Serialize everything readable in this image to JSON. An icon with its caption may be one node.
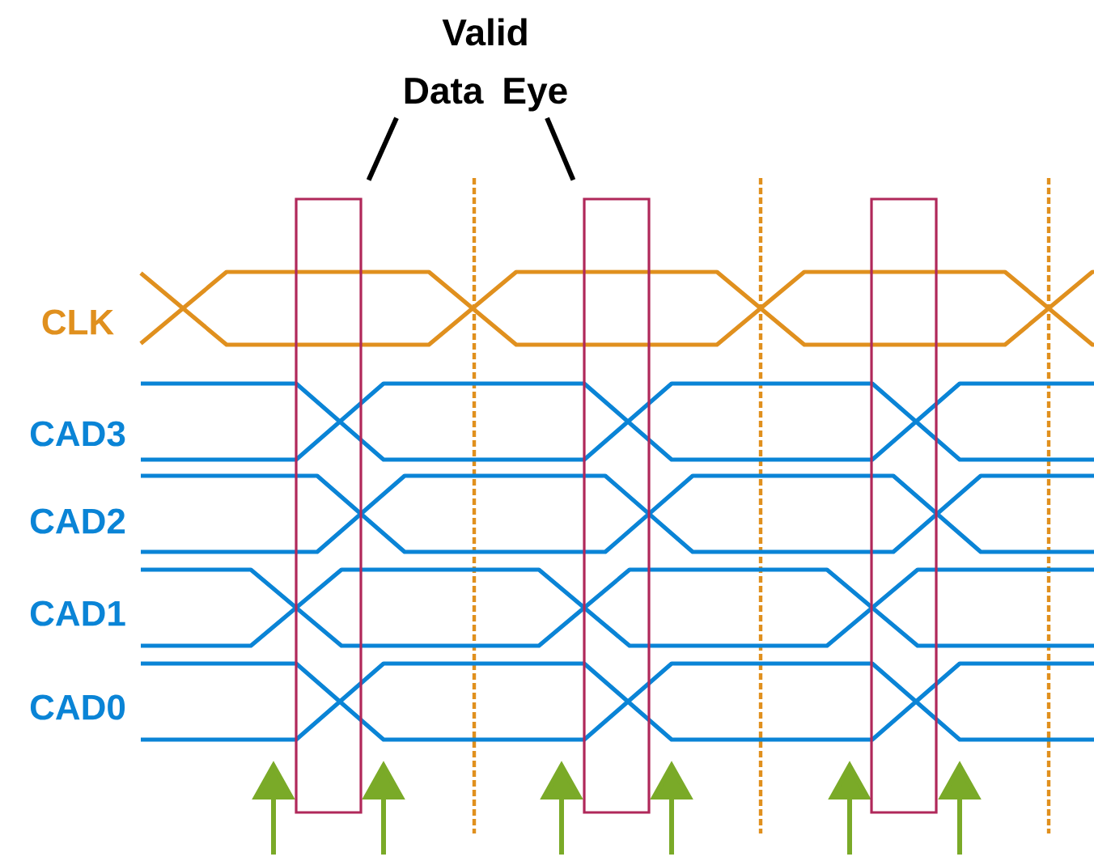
{
  "diagram": {
    "nodes": [
      {
        "text": [
          "Valid Data Eye"
        ]
      },
      {
        "text": [],
        "shape": "box"
      },
      {
        "text": [],
        "shape": "box"
      },
      {
        "text": [],
        "shape": "box"
      }
    ],
    "edges": [
      {
        "from": 0,
        "to": 1,
        "arrow": "none"
      },
      {
        "from": 0,
        "to": 2,
        "arrow": "none"
      }
    ],
    "labels": [
      "CLK",
      "CAD3",
      "CAD2",
      "CAD1",
      "CAD0"
    ]
  }
}
